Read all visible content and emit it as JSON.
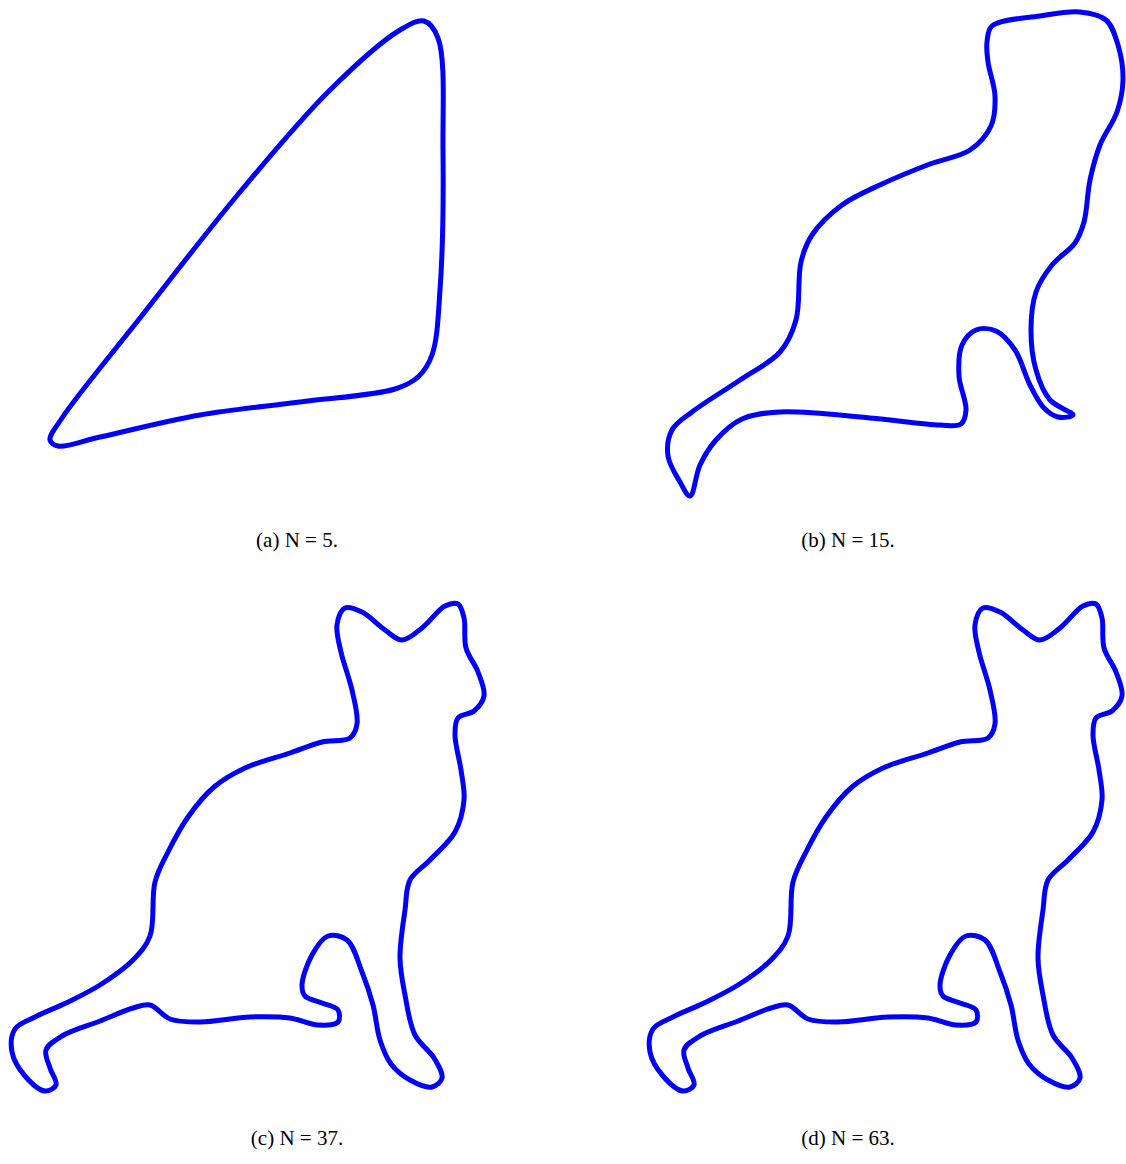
{
  "diagram": {
    "labels": [
      "(a) N = 5.",
      "(b) N = 15.",
      "(c) N = 37.",
      "(d) N = 63."
    ]
  }
}
